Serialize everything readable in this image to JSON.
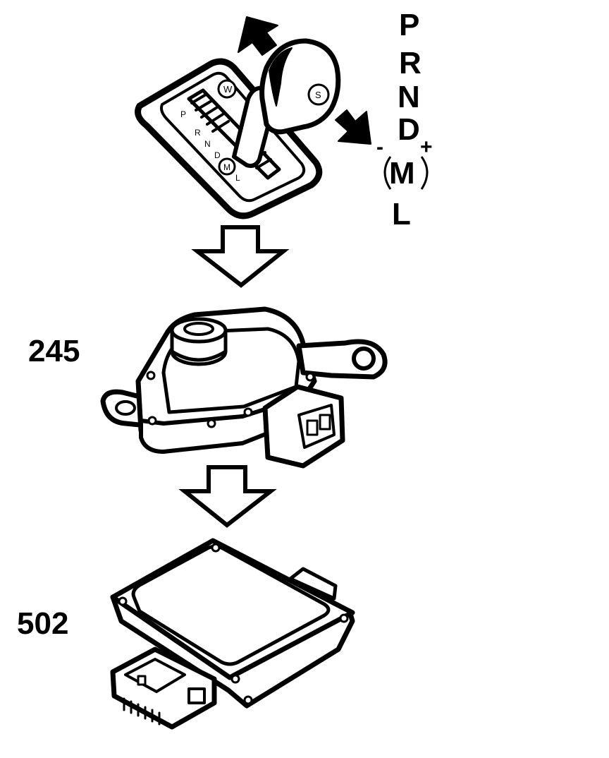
{
  "gear_positions": [
    "P",
    "R",
    "N",
    "D",
    "M",
    "L"
  ],
  "manual_minus": "-",
  "manual_plus": "+",
  "gate_labels": [
    "P",
    "R",
    "N",
    "D",
    "M",
    "L"
  ],
  "gate_mode_w": "W",
  "knob_button_s": "S",
  "component_1_number": "245",
  "component_2_number": "502"
}
